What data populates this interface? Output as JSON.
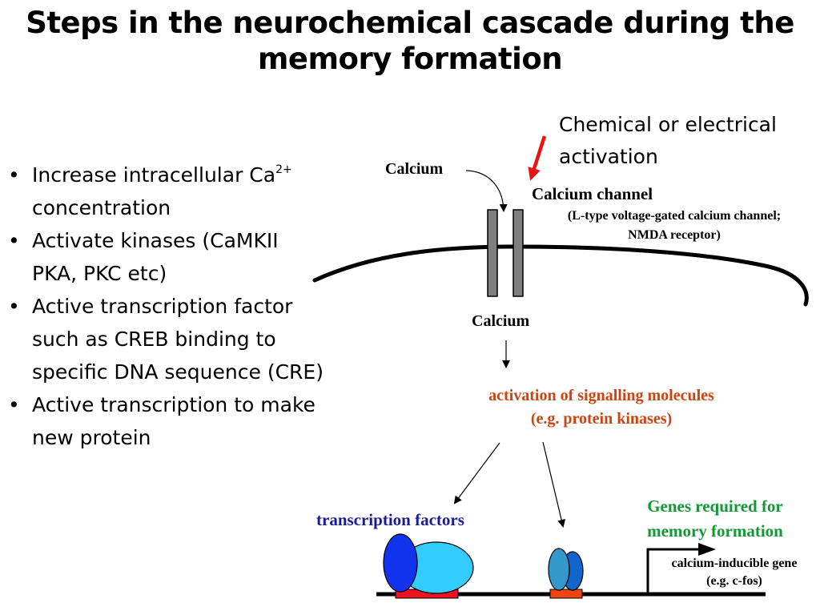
{
  "title": {
    "line1": "Steps in the neurochemical cascade during the",
    "line2": "memory formation"
  },
  "bullets": [
    {
      "text": "Increase intracellular Ca",
      "sup": "2+"
    },
    {
      "text": "concentration"
    },
    {
      "text": "Activate kinases (CaMKII"
    },
    {
      "text": "PKA, PKC etc)"
    },
    {
      "text": "Active transcription factor"
    },
    {
      "text": "such as CREB binding to"
    },
    {
      "text": "specific DNA sequence (CRE)"
    },
    {
      "text": "Active transcription to make"
    },
    {
      "text": "new protein"
    }
  ],
  "diagram": {
    "activation_line1": "Chemical or electrical",
    "activation_line2": "activation",
    "calcium_outside": "Calcium",
    "channel_name": "Calcium channel",
    "channel_detail_line1": "(L-type voltage-gated calcium channel;",
    "channel_detail_line2": "NMDA receptor)",
    "calcium_inside": "Calcium",
    "signalling_line1": "activation of signalling molecules",
    "signalling_line2": "(e.g. protein kinases)",
    "transcription_factors": "transcription factors",
    "genes_line1": "Genes required for",
    "genes_line2": "memory formation",
    "gene_label_line1": "calcium-inducible gene",
    "gene_label_line2": "(e.g. c-fos)"
  },
  "colors": {
    "activation_arrow": "#ee1111",
    "signalling_text": "#cc4411",
    "transcription_text": "#1a1a99",
    "genes_text": "#119933",
    "channel_bar": "#7f7f7f",
    "tf_large_dark": "#1133ee",
    "tf_large_light": "#33ccff",
    "tf_small_dark": "#1166cc",
    "tf_small_light": "#3399cc",
    "binding_site_1": "#ee1122",
    "binding_site_2": "#ee4411"
  }
}
